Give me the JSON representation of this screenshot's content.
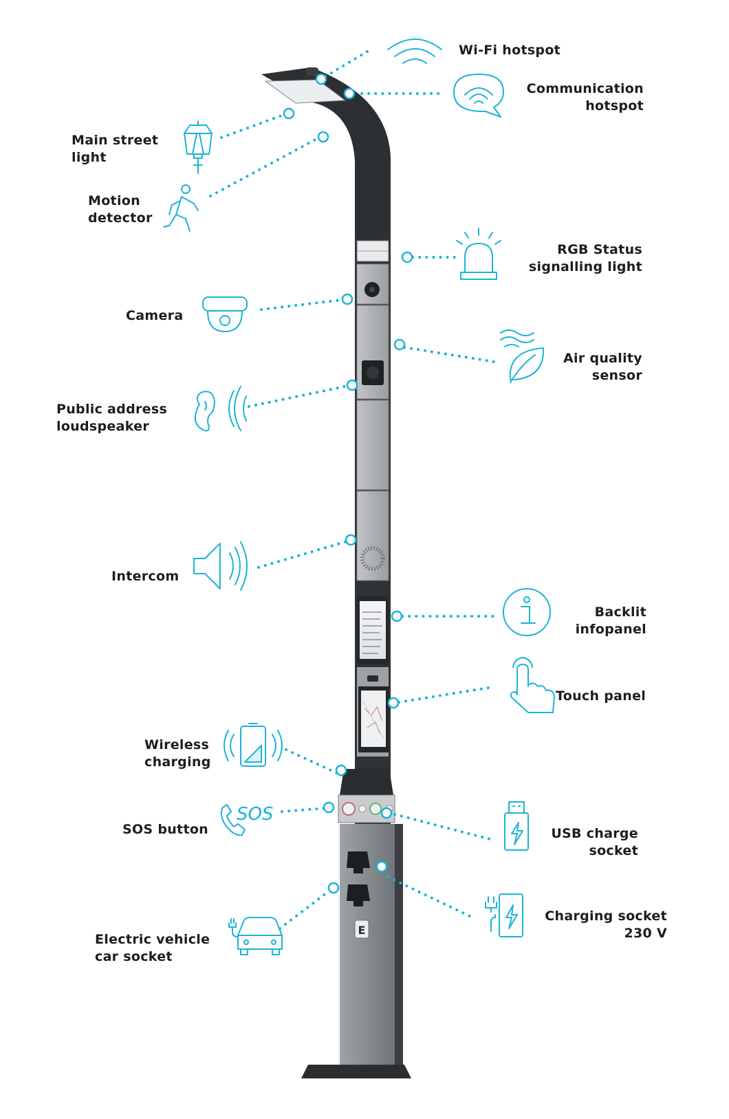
{
  "labels": {
    "wifi": "Wi-Fi hotspot",
    "comm": "Communication\nhotspot",
    "street": "Main street\nlight",
    "motion": "Motion\ndetector",
    "rgb": "RGB Status\nsignalling light",
    "camera": "Camera",
    "air": "Air quality\nsensor",
    "pa": "Public address\nloudspeaker",
    "intercom": "Intercom",
    "backlit": "Backlit\ninfopanel",
    "touch": "Touch panel",
    "wireless": "Wireless\ncharging",
    "sos": "SOS button",
    "usb": "USB charge\nsocket",
    "ev": "Electric vehicle\ncar socket",
    "socket": "Charging socket\n230 V"
  },
  "icon_text": {
    "sos": "SOS",
    "brand": "E"
  },
  "colors": {
    "accent": "#1bb3d6",
    "pole_dark": "#2c2f33",
    "panel_grey": "#a9abae",
    "text": "#1d1d1d"
  }
}
